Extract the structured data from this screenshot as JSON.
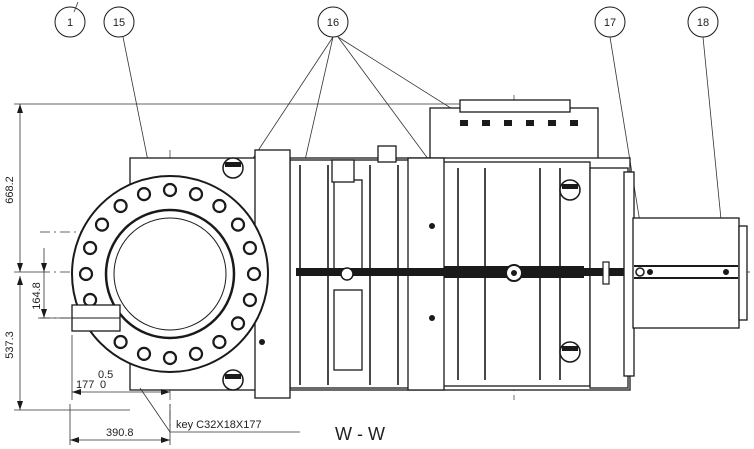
{
  "balloons": {
    "b1": "1",
    "b15": "15",
    "b16": "16",
    "b17": "17",
    "b18": "18"
  },
  "dimensions": {
    "height_total": "668.2",
    "height_lower": "537.3",
    "height_small": "164.8",
    "offset_base": "177",
    "offset_tol_upper": "0.5",
    "offset_tol_lower": "0",
    "width_key": "390.8"
  },
  "notes": {
    "key_spec": "key C32X18X177",
    "view_label": "W - W"
  },
  "colors": {
    "line": "#1a1a1a",
    "background": "#ffffff"
  }
}
